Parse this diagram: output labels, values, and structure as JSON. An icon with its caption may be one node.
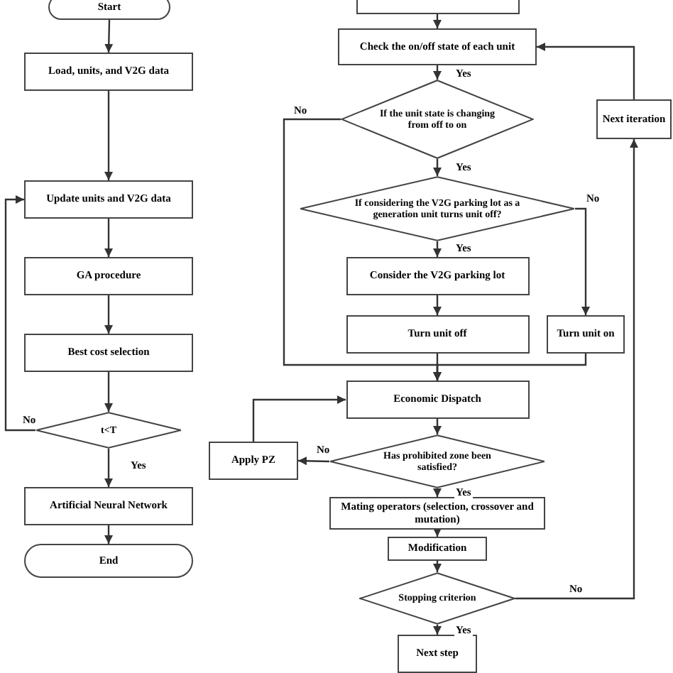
{
  "diagram": {
    "nodes": [
      {
        "text": [
          "Start"
        ]
      },
      {
        "text": [
          "Load, units, and V2G data"
        ]
      },
      {
        "text": [
          "Update units and V2G data"
        ]
      },
      {
        "text": [
          "GA procedure"
        ]
      },
      {
        "text": [
          "Best cost selection"
        ]
      },
      {
        "text": [
          "t<T"
        ]
      },
      {
        "text": [
          "Artificial Neural Network"
        ]
      },
      {
        "text": [
          "End"
        ]
      },
      {
        "text": [],
        "shape": "box"
      },
      {
        "text": [
          "Check the on/off state of each unit"
        ]
      },
      {
        "text": [
          "If the unit state is changing from off to on"
        ]
      },
      {
        "text": [
          "If considering the V2G parking lot as a generation unit turns unit off?"
        ]
      },
      {
        "text": [
          "Consider the V2G parking lot"
        ]
      },
      {
        "text": [
          "Turn unit off"
        ]
      },
      {
        "text": [
          "Turn unit on"
        ]
      },
      {
        "text": [
          "Economic Dispatch"
        ]
      },
      {
        "text": [
          "Has prohibited zone been satisfied?"
        ]
      },
      {
        "text": [
          "Apply PZ"
        ]
      },
      {
        "text": [
          "Mating operators (selection, crossover and mutation)"
        ]
      },
      {
        "text": [
          "Modification"
        ]
      },
      {
        "text": [
          "Stopping criterion"
        ]
      },
      {
        "text": [
          "Next step"
        ]
      },
      {
        "text": [
          "Next iteration"
        ]
      }
    ],
    "edges": [
      {
        "from": 0,
        "to": 1,
        "arrow": "to"
      },
      {
        "from": 1,
        "to": 2,
        "arrow": "to"
      },
      {
        "from": 2,
        "to": 3,
        "arrow": "to"
      },
      {
        "from": 3,
        "to": 4,
        "arrow": "to"
      },
      {
        "from": 4,
        "to": 5,
        "arrow": "to"
      },
      {
        "from": 5,
        "to": 2,
        "arrow": "to",
        "label": "No"
      },
      {
        "from": 5,
        "to": 6,
        "arrow": "to",
        "label": "Yes"
      },
      {
        "from": 6,
        "to": 7,
        "arrow": "to"
      },
      {
        "from": 8,
        "to": 9,
        "arrow": "to"
      },
      {
        "from": 9,
        "to": 10,
        "arrow": "to",
        "label": "Yes"
      },
      {
        "from": 10,
        "to": 11,
        "arrow": "to",
        "label": "Yes"
      },
      {
        "from": 10,
        "to": 15,
        "arrow": "to",
        "label": "No"
      },
      {
        "from": 11,
        "to": 12,
        "arrow": "to",
        "label": "Yes"
      },
      {
        "from": 11,
        "to": 14,
        "arrow": "to",
        "label": "No"
      },
      {
        "from": 12,
        "to": 13,
        "arrow": "to"
      },
      {
        "from": 13,
        "to": 15,
        "arrow": "to"
      },
      {
        "from": 14,
        "to": 15,
        "arrow": "to"
      },
      {
        "from": 15,
        "to": 16,
        "arrow": "to"
      },
      {
        "from": 16,
        "to": 17,
        "arrow": "to",
        "label": "No"
      },
      {
        "from": 17,
        "to": 15,
        "arrow": "to"
      },
      {
        "from": 16,
        "to": 18,
        "arrow": "to",
        "label": "Yes"
      },
      {
        "from": 18,
        "to": 19,
        "arrow": "to"
      },
      {
        "from": 19,
        "to": 20,
        "arrow": "to"
      },
      {
        "from": 20,
        "to": 21,
        "arrow": "to",
        "label": "Yes"
      },
      {
        "from": 20,
        "to": 22,
        "arrow": "to",
        "label": "No"
      },
      {
        "from": 22,
        "to": 9,
        "arrow": "to"
      }
    ]
  }
}
